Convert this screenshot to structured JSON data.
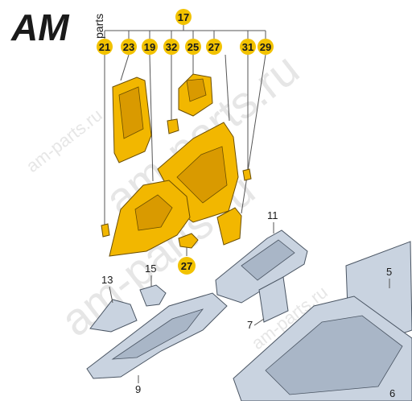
{
  "logo": {
    "main": "AM",
    "sub": "parts"
  },
  "watermarks": [
    "am-parts.ru",
    "am-parts.ru",
    "am-parts.ru",
    "am-parts.ru"
  ],
  "callouts": {
    "c17": "17",
    "c21": "21",
    "c23": "23",
    "c19": "19",
    "c32": "32",
    "c25": "25",
    "c27a": "27",
    "c31": "31",
    "c29": "29",
    "c27b": "27"
  },
  "labels": {
    "l11": "11",
    "l15": "15",
    "l13": "13",
    "l5": "5",
    "l7": "7",
    "l9": "9",
    "l6": "6"
  },
  "colors": {
    "callout": "#f2c200",
    "part_highlight": "#f2b700",
    "part_other": "#c9d3e0"
  }
}
